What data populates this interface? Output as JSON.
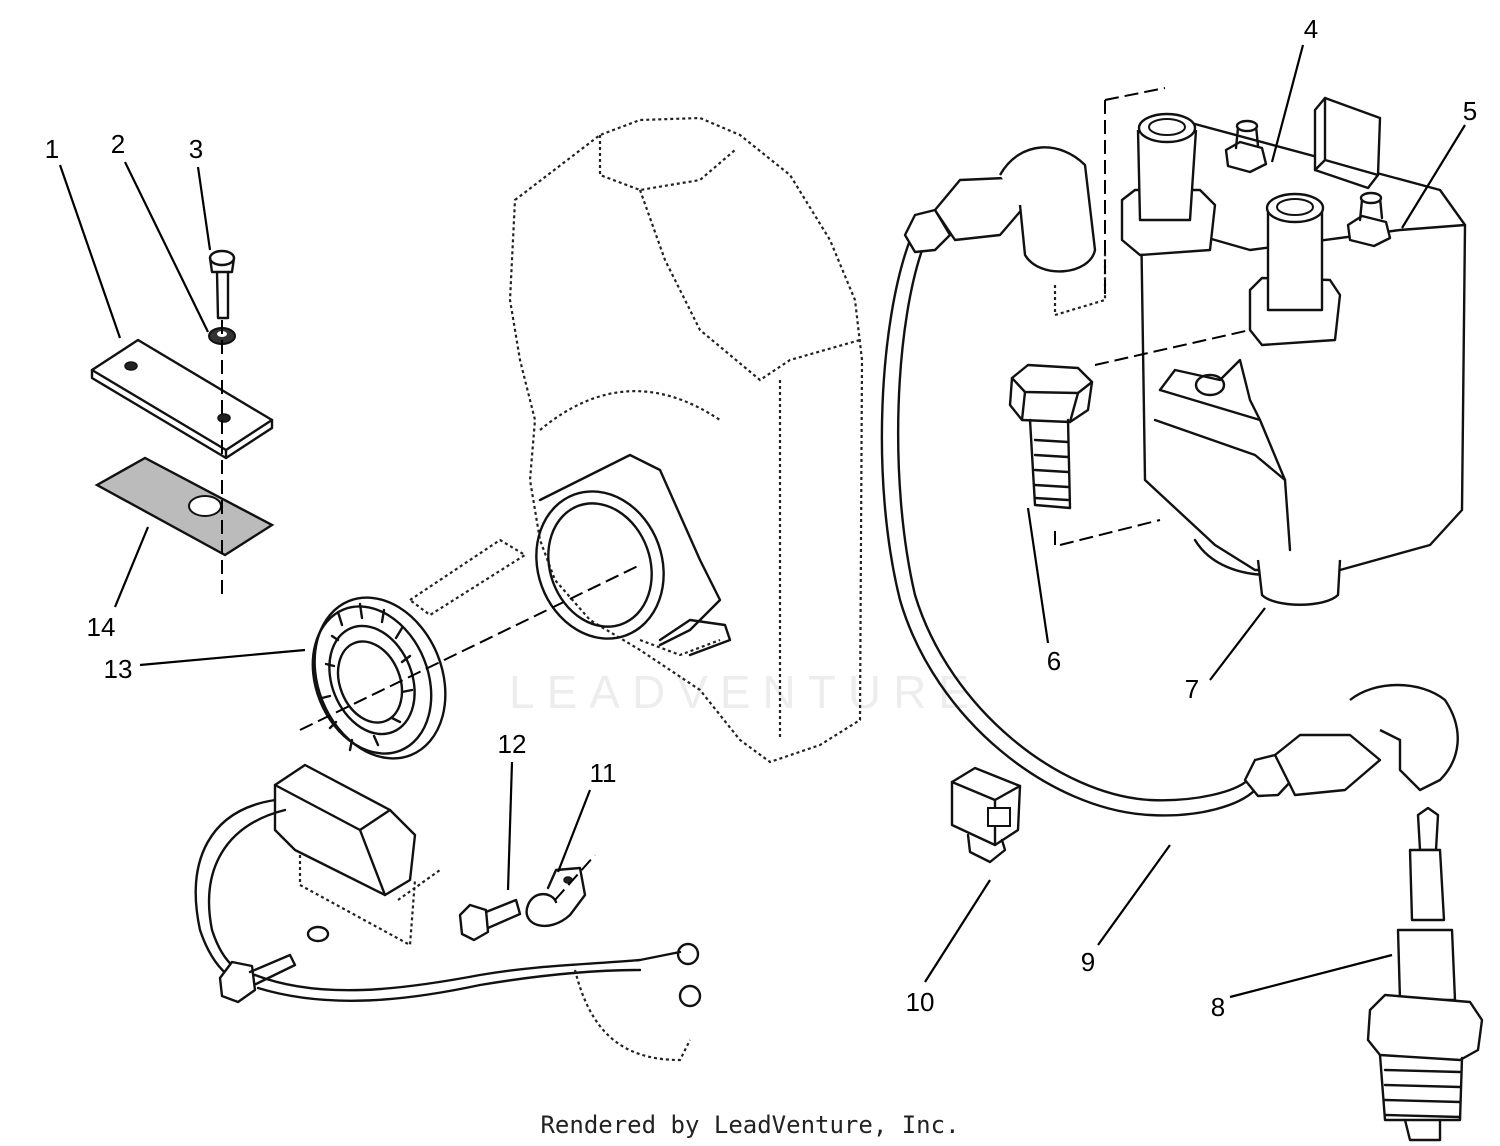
{
  "callouts": [
    "1",
    "2",
    "3",
    "4",
    "5",
    "6",
    "7",
    "8",
    "9",
    "10",
    "11",
    "12",
    "13",
    "14"
  ],
  "footer": "Rendered by LeadVenture, Inc.",
  "watermark": "LEADVENTURE"
}
